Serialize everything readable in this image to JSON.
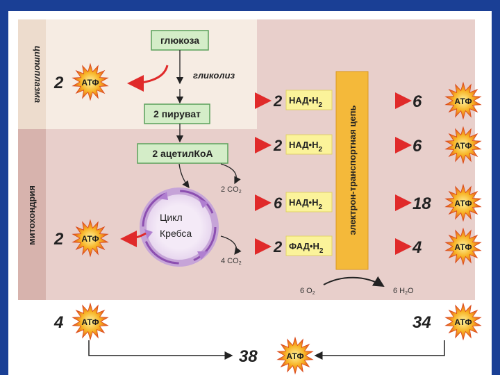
{
  "compartments": {
    "cytoplasm": "цитоплазма",
    "mitochondria": "митохондрия"
  },
  "etc_label": "электрон-транспортная цепь",
  "pathway": {
    "glucose": "глюкоза",
    "glycolysis": "гликолиз",
    "pyruvate": "2 пируват",
    "acetyl_coa": "2 ацетилКоА",
    "krebs_line1": "Цикл",
    "krebs_line2": "Кребса",
    "co2_1": "2 CO",
    "co2_2": "4 CO",
    "co2_sub": "2"
  },
  "atp_label": "АТФ",
  "atp_local": [
    {
      "count": "2"
    },
    {
      "count": "2"
    }
  ],
  "carriers": [
    {
      "count": "2",
      "name": "НАД•Н",
      "sub": "2",
      "atp": "6"
    },
    {
      "count": "2",
      "name": "НАД•Н",
      "sub": "2",
      "atp": "6"
    },
    {
      "count": "6",
      "name": "НАД•Н",
      "sub": "2",
      "atp": "18"
    },
    {
      "count": "2",
      "name": "ФАД•Н",
      "sub": "2",
      "atp": "4"
    }
  ],
  "oxygen": {
    "left": "6 O",
    "left_sub": "2",
    "right": "6 H",
    "right_sub": "2",
    "right_tail": "O"
  },
  "totals": {
    "left": "4",
    "right": "34",
    "sum": "38"
  },
  "colors": {
    "cytoplasm_bg": "#f6ece3",
    "mito_bg": "#e8cfcb",
    "label_strip_cyto": "#eddccd",
    "label_strip_mito": "#d7b3ad",
    "box_fill": "#d4edc8",
    "box_border": "#5aa05a",
    "carrier_fill": "#fbf39a",
    "etc_fill": "#f4b93a",
    "arrow_red": "#e02a2a",
    "krebs_purple": "#8c4fb0"
  }
}
